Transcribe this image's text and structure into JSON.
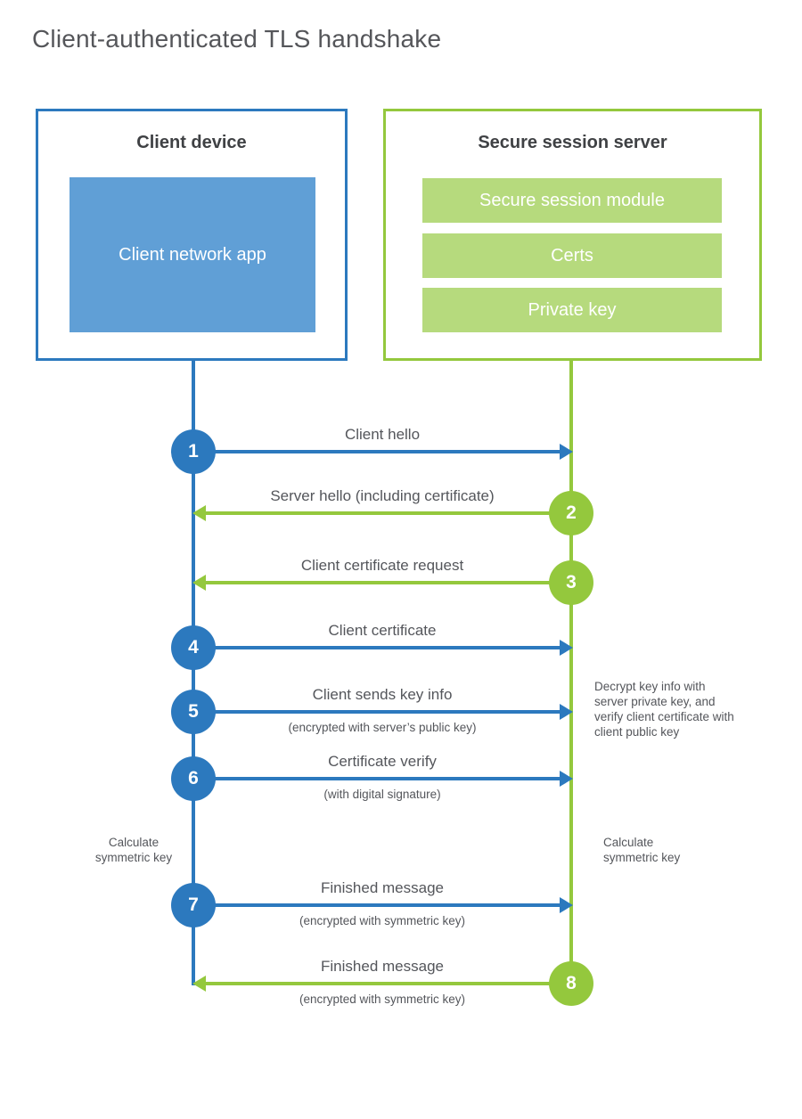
{
  "title": "Client-authenticated TLS handshake",
  "colors": {
    "blue": "#2c79be",
    "blue_fill": "#609fd6",
    "green": "#94c83d",
    "green_fill": "#b6da7d",
    "text": "#54565b"
  },
  "client": {
    "title": "Client device",
    "app_label": "Client network app"
  },
  "server": {
    "title": "Secure session server",
    "modules": [
      "Secure session module",
      "Certs",
      "Private key"
    ]
  },
  "steps": [
    {
      "number": "1",
      "label": "Client hello",
      "sub": "",
      "from": "client",
      "direction": "right"
    },
    {
      "number": "2",
      "label": "Server hello (including certificate)",
      "sub": "",
      "from": "server",
      "direction": "left"
    },
    {
      "number": "3",
      "label": "Client certificate request",
      "sub": "",
      "from": "server",
      "direction": "left"
    },
    {
      "number": "4",
      "label": "Client certificate",
      "sub": "",
      "from": "client",
      "direction": "right"
    },
    {
      "number": "5",
      "label": "Client sends key info",
      "sub": "(encrypted with server’s public key)",
      "from": "client",
      "direction": "right"
    },
    {
      "number": "6",
      "label": "Certificate verify",
      "sub": "(with digital signature)",
      "from": "client",
      "direction": "right"
    },
    {
      "number": "7",
      "label": "Finished message",
      "sub": "(encrypted with symmetric key)",
      "from": "client",
      "direction": "right"
    },
    {
      "number": "8",
      "label": "Finished message",
      "sub": "(encrypted with symmetric key)",
      "from": "server",
      "direction": "left"
    }
  ],
  "annotations": {
    "decrypt_note": "Decrypt key info with server private key, and verify client certificate with client public key",
    "calculate_left": "Calculate symmetric key",
    "calculate_right": "Calculate symmetric key"
  }
}
